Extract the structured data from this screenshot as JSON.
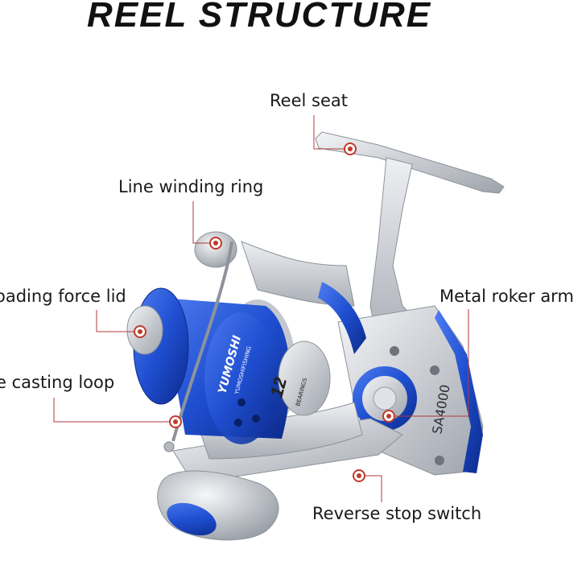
{
  "title": "REEL STRUCTURE",
  "labels": {
    "reel_seat": "Reel seat",
    "line_winding_ring": "Line winding ring",
    "loading_force_lid": "oading force lid",
    "metal_roker_arm": "Metal roker arm",
    "casting_loop": "e casting loop",
    "reverse_stop_switch": "Reverse stop switch"
  },
  "reel_markings": {
    "brand": "YUMOSHI",
    "sub_brand": "YUMOSHIFISHING",
    "bearings_count": "12",
    "bearings_word": "BEARINGS",
    "model": "SA4000"
  },
  "colors": {
    "title": "#111111",
    "leader_line": "#b03a3a",
    "marker": "#c0392b",
    "reel_blue": "#1f4fd1",
    "reel_silver": "#d6d9de"
  }
}
